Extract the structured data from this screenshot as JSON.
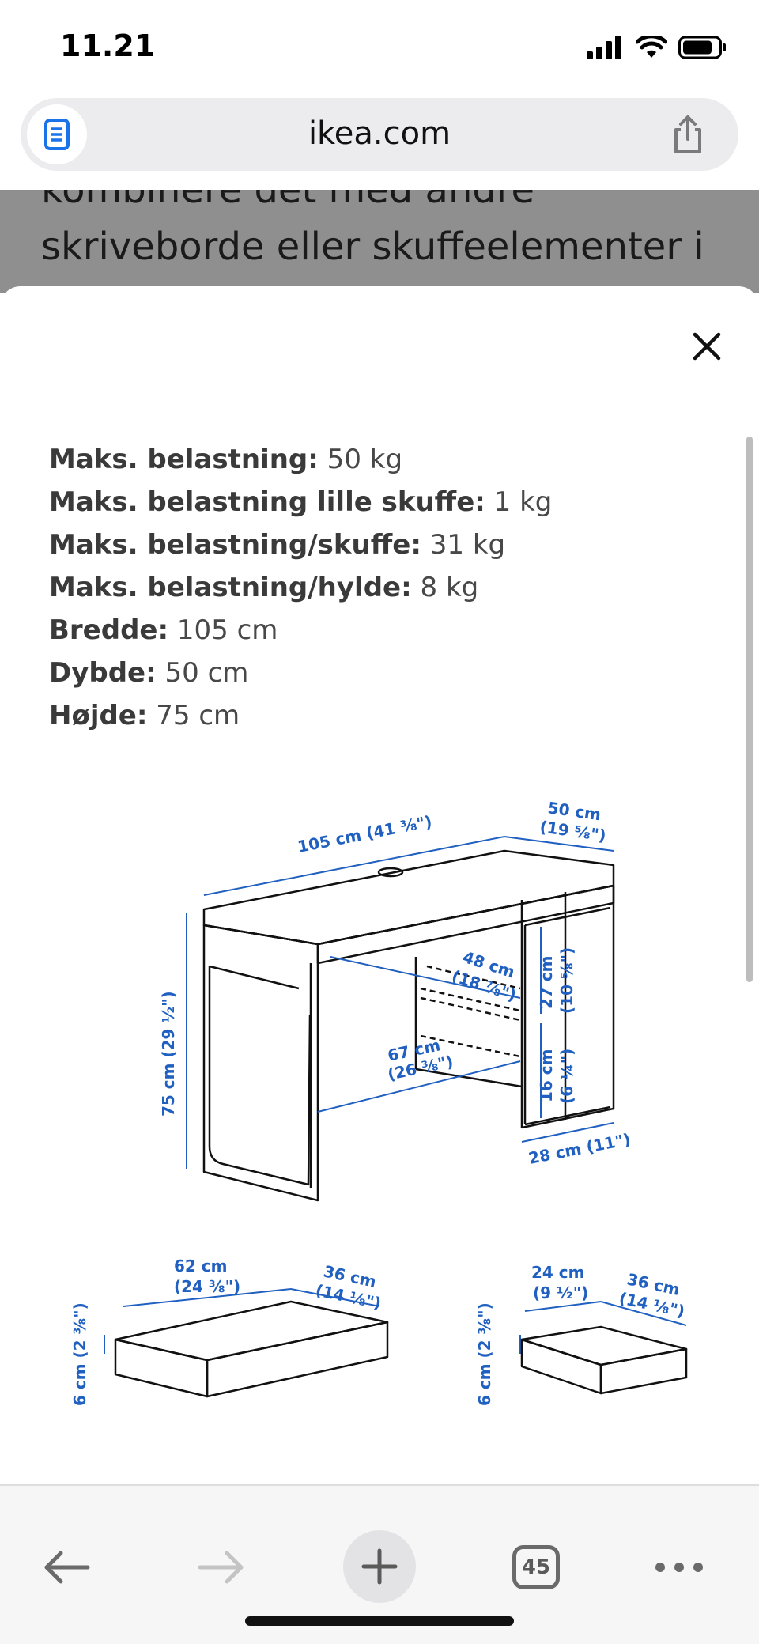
{
  "status_bar": {
    "time": "11.21"
  },
  "browser": {
    "url": "ikea.com",
    "tab_count": "45"
  },
  "background_page": {
    "line1": "kombinere det med andre",
    "line2": "skriveborde eller skuffeelementer i"
  },
  "specs": [
    {
      "label": "Maks. belastning:",
      "value": " 50 kg"
    },
    {
      "label": "Maks. belastning lille skuffe:",
      "value": " 1 kg"
    },
    {
      "label": "Maks. belastning/skuffe:",
      "value": " 31 kg"
    },
    {
      "label": "Maks. belastning/hylde:",
      "value": " 8 kg"
    },
    {
      "label": "Bredde:",
      "value": " 105 cm"
    },
    {
      "label": "Dybde:",
      "value": " 50 cm"
    },
    {
      "label": "Højde:",
      "value": " 75 cm"
    }
  ],
  "dimensions": {
    "width": "105 cm (41 ⅜\")",
    "depth_cm": "50 cm",
    "depth_in": "(19 ⅝\")",
    "height": "75 cm (29 ½\")",
    "inner_depth_cm": "48 cm",
    "inner_depth_in": "(18 ⅞\")",
    "inner_width_cm": "67 cm",
    "inner_width_in": "(26 ⅜\")",
    "shelf_upper_cm": "27 cm",
    "shelf_upper_in": "(10 ⅝\")",
    "shelf_lower_cm": "16 cm",
    "shelf_lower_in": "(6 ¼\")",
    "cabinet_width": "28 cm (11\")",
    "big_drawer_w_cm": "62 cm",
    "big_drawer_w_in": "(24 ⅜\")",
    "big_drawer_d_cm": "36 cm",
    "big_drawer_d_in": "(14 ⅛\")",
    "big_drawer_h": "6 cm (2 ⅜\")",
    "small_drawer_w_cm": "24 cm",
    "small_drawer_w_in": "(9 ½\")",
    "small_drawer_d_cm": "36 cm",
    "small_drawer_d_in": "(14 ⅛\")",
    "small_drawer_h": "6 cm (2 ⅜\")"
  },
  "icons": {
    "reader": "reader-icon",
    "share": "share-icon",
    "close": "close-icon",
    "back": "back-arrow-icon",
    "forward": "forward-arrow-icon",
    "new_tab": "plus-icon",
    "more": "more-icon"
  },
  "colors": {
    "dimension_blue": "#2060c0",
    "dim_overlay": "#8f8f8f"
  }
}
